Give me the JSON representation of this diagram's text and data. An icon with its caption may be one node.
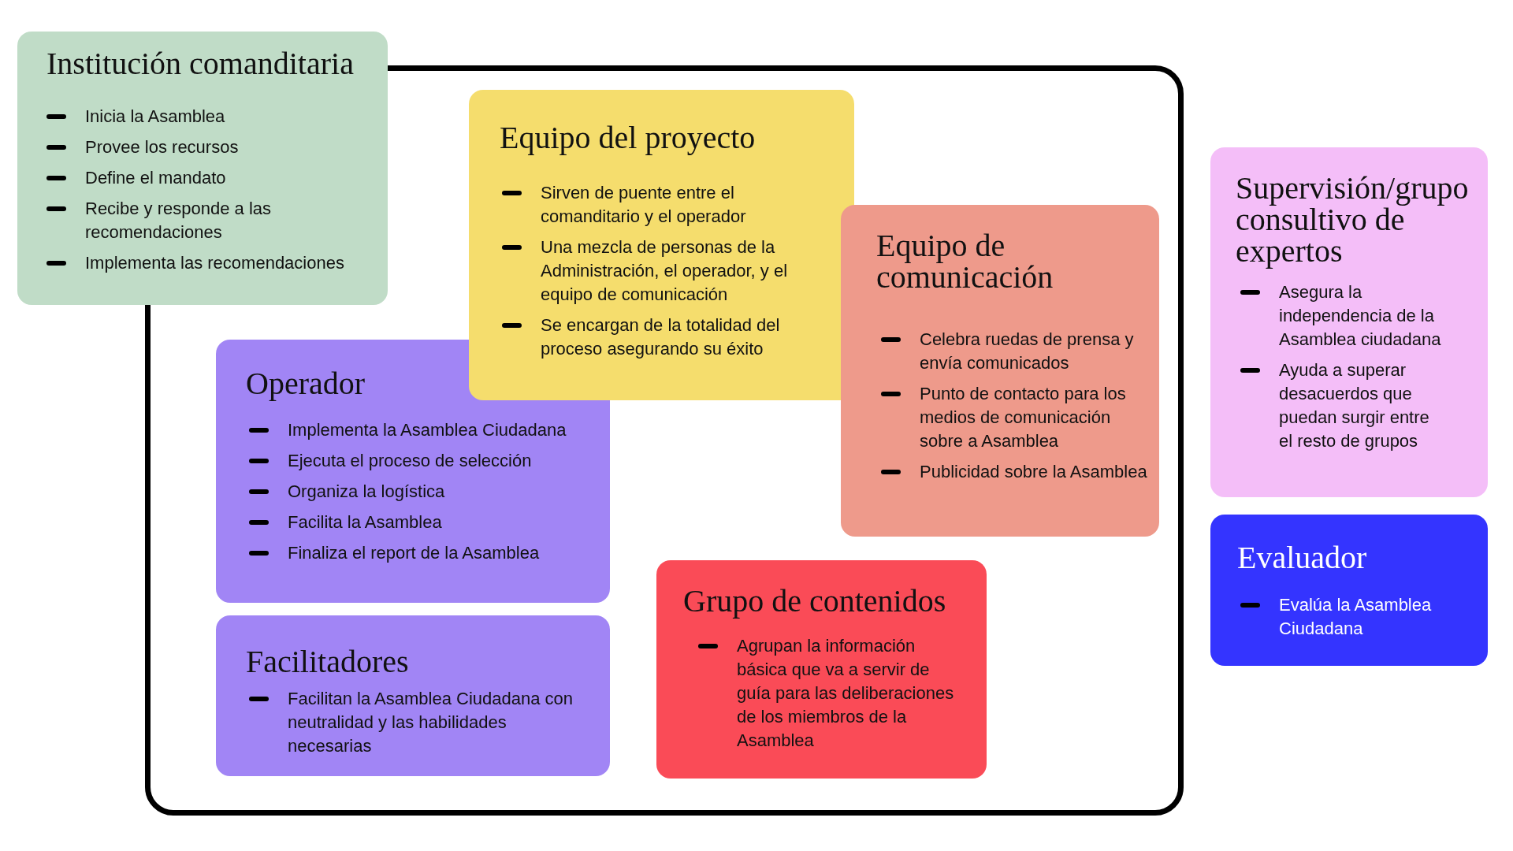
{
  "diagram": {
    "nodes": [
      {
        "text": [
          "Institución comanditaria",
          "Inicia la Asamblea",
          "Provee los recursos",
          "Define el mandato",
          "Recibe y responde a las recomendaciones",
          "Implementa las recomendaciones"
        ]
      },
      {
        "text": [],
        "shape": "box"
      },
      {
        "text": [
          "Equipo del proyecto",
          "Sirven de puente entre el comanditario y el operador",
          "Una mezcla de personas de la Administración, el operador, y el equipo de comunicación",
          "Se encargan de la totalidad del proceso asegurando su éxito"
        ],
        "in": 1
      },
      {
        "text": [
          "Equipo de comunicación",
          "Celebra ruedas de prensa y envía comunicados",
          "Punto de contacto para los medios de comunicación sobre a Asamblea",
          "Publicidad sobre la Asamblea"
        ],
        "in": 1
      },
      {
        "text": [
          "Operador",
          "Implementa la Asamblea Ciudadana",
          "Ejecuta el proceso de selección",
          "Organiza la logística",
          "Facilita la Asamblea",
          "Finaliza el report de la Asamblea"
        ],
        "in": 1
      },
      {
        "text": [
          "Facilitadores",
          "Facilitan la Asamblea Ciudadana con neutralidad y las habilidades necesarias"
        ],
        "in": 1
      },
      {
        "text": [
          "Grupo de contenidos",
          "Agrupan la información básica que va a servir de guía para las deliberaciones de los miembros de la Asamblea"
        ],
        "in": 1
      },
      {
        "text": [
          "Supervisión/grupo consultivo de expertos",
          "Asegura la independencia de la Asamblea ciudadana",
          "Ayuda a superar desacuerdos que puedan surgir entre el resto de grupos"
        ]
      },
      {
        "text": [
          "Evaluador",
          "Evalúa la Asamblea Ciudadana"
        ]
      }
    ]
  }
}
